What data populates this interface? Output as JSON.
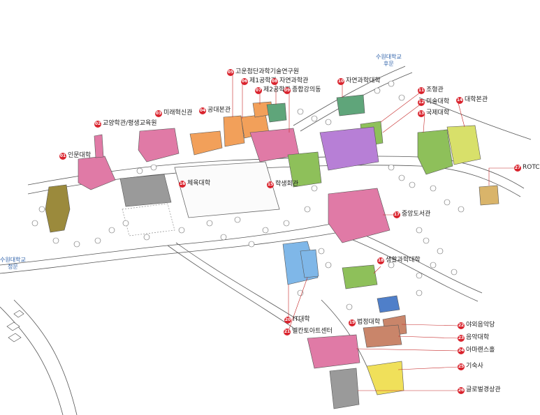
{
  "gates": {
    "rear": {
      "line1": "수원대학교",
      "line2": "후문"
    },
    "main": {
      "line1": "수원대학교",
      "line2": "정문"
    }
  },
  "buildings": [
    {
      "num": "01",
      "name": "인문대학",
      "color": "#9b8a3c"
    },
    {
      "num": "02",
      "name": "교양학관/평생교육원",
      "color": "#e07aa6"
    },
    {
      "num": "03",
      "name": "미래혁신관",
      "color": "#e07aa6"
    },
    {
      "num": "04",
      "name": "공대본관",
      "color": "#f2a05a"
    },
    {
      "num": "05",
      "name": "고운첨단과학기술연구원",
      "color": "#f2a05a"
    },
    {
      "num": "06",
      "name": "제1공학관",
      "color": "#f2a05a"
    },
    {
      "num": "07",
      "name": "제2공학관",
      "color": "#f2a05a"
    },
    {
      "num": "08",
      "name": "자연과학관",
      "color": "#5fa57a"
    },
    {
      "num": "09",
      "name": "종합강의동",
      "color": "#e07aa6"
    },
    {
      "num": "10",
      "name": "자연과학대학",
      "color": "#5fa57a"
    },
    {
      "num": "11",
      "name": "조형관",
      "color": "#8ec05a"
    },
    {
      "num": "12",
      "name": "미술대학",
      "color": "#8ec05a"
    },
    {
      "num": "13",
      "name": "국제대학",
      "color": "#d8e06a"
    },
    {
      "num": "14",
      "name": "대학본관",
      "color": "#b77fd6"
    },
    {
      "num": "15",
      "name": "학생회관",
      "color": "#8ec05a"
    },
    {
      "num": "16",
      "name": "체육대학",
      "color": "#9a9a9a"
    },
    {
      "num": "17",
      "name": "중앙도서관",
      "color": "#e07aa6"
    },
    {
      "num": "18",
      "name": "생활과학대학",
      "color": "#8ec05a"
    },
    {
      "num": "19",
      "name": "법정대학",
      "color": "#4f7fc9"
    },
    {
      "num": "20",
      "name": "IT대학",
      "color": "#7fb7e8"
    },
    {
      "num": "21",
      "name": "벨칸토아트센터",
      "color": "#7fb7e8"
    },
    {
      "num": "22",
      "name": "야외음악당",
      "color": "#c9856a"
    },
    {
      "num": "23",
      "name": "음악대학",
      "color": "#c9856a"
    },
    {
      "num": "24",
      "name": "아마랜스홀",
      "color": "#e07aa6"
    },
    {
      "num": "25",
      "name": "기숙사",
      "color": "#f0e05a"
    },
    {
      "num": "26",
      "name": "글로벌경상관",
      "color": "#9a9a9a"
    },
    {
      "num": "27",
      "name": "ROTC",
      "color": "#d9b46a"
    }
  ]
}
